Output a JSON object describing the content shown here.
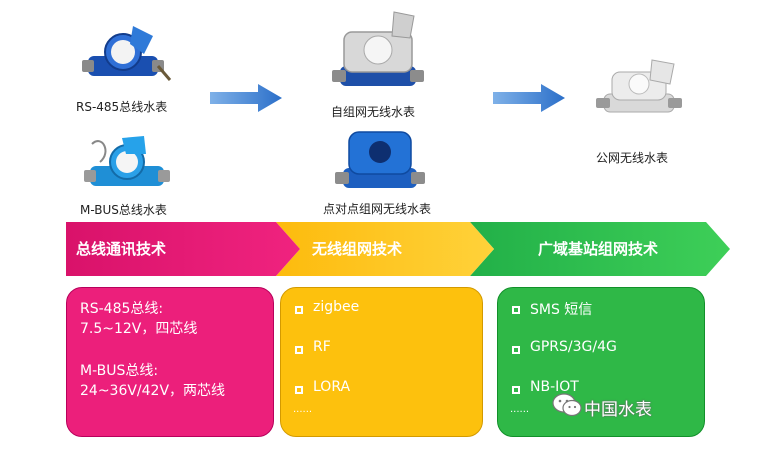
{
  "meters": {
    "rs485": "RS-485总线水表",
    "mbus": "M-BUS总线水表",
    "selfnet": "自组网无线水表",
    "p2p": "点对点组网无线水表",
    "public": "公网无线水表"
  },
  "banner": {
    "bus": "总线通讯技术",
    "wireless": "无线组网技术",
    "wan": "广域基站组网技术"
  },
  "box_bus": {
    "line1": "RS-485总线:",
    "line2": "7.5~12V，四芯线",
    "line3": "M-BUS总线:",
    "line4": "24~36V/42V，两芯线"
  },
  "box_wireless": [
    "zigbee",
    "RF",
    "LORA",
    "......"
  ],
  "box_wan": [
    "SMS 短信",
    "GPRS/3G/4G",
    "NB-IOT",
    "......"
  ],
  "watermark": "中国水表",
  "colors": {
    "pink": "#ec1f7b",
    "yellow": "#fdc10d",
    "green": "#2fb847",
    "arrow": "#3a7fd0"
  }
}
